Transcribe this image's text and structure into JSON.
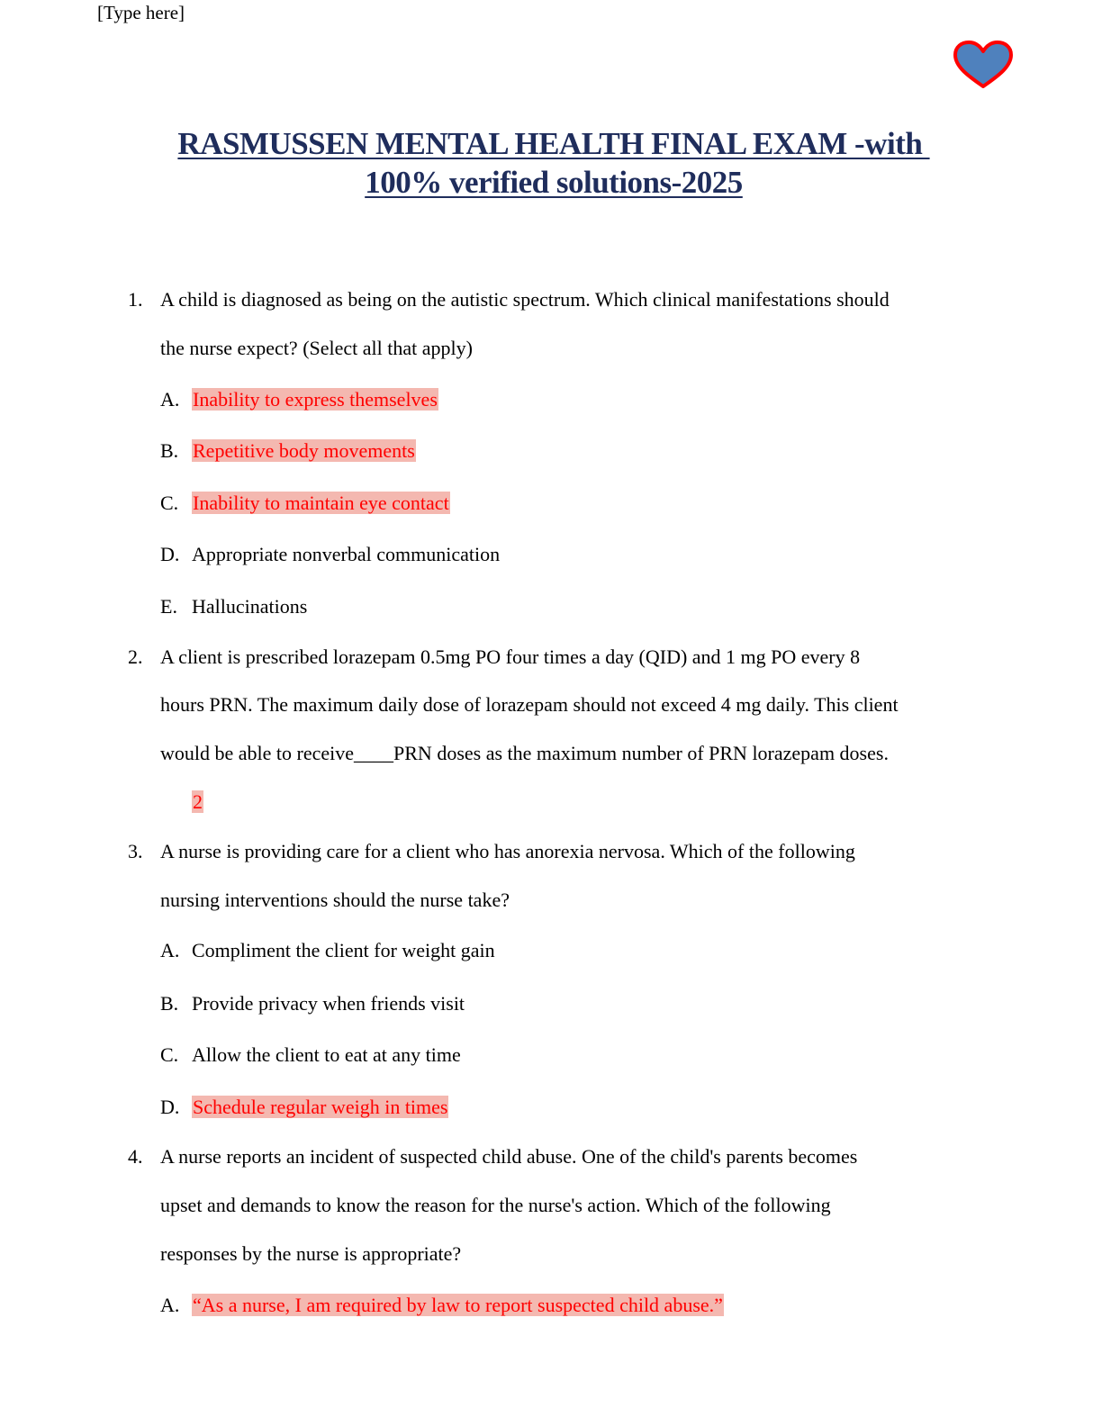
{
  "header": {
    "placeholder_text": "[Type here]"
  },
  "logo": {
    "icon": "heart-icon",
    "fill": "#4f81bd",
    "stroke": "#ff0000"
  },
  "title": {
    "line1": "RASMUSSEN MENTAL HEALTH FINAL EXAM -with ",
    "line2": "100% verified solutions-2025",
    "color": "#1f2d5c"
  },
  "answer_color": "#ff0000",
  "answer_highlight": "#f4b8b0",
  "questions": [
    {
      "number": "1.",
      "lines": [
        "A child is diagnosed as being on the autistic spectrum. Which clinical manifestations should",
        "the nurse expect? (Select all that apply)"
      ],
      "options": [
        {
          "label": "A.",
          "text": "Inability to express themselves"
        },
        {
          "label": "B.",
          "text": "Repetitive body movements"
        },
        {
          "label": "C.",
          "text": "Inability to maintain eye contact"
        },
        {
          "label": "D.",
          "text": "Appropriate nonverbal communication"
        },
        {
          "label": "E.",
          "text": "Hallucinations"
        }
      ]
    },
    {
      "number": "2.",
      "lines": [
        "A client is prescribed lorazepam 0.5mg PO four times a day (QID) and 1 mg PO every 8",
        "hours PRN. The maximum daily dose of lorazepam should not exceed 4 mg daily. This client",
        "would be able to receive____PRN doses as the maximum number of PRN lorazepam doses."
      ],
      "answer": "2"
    },
    {
      "number": "3.",
      "lines": [
        "A nurse is providing care for a client who has anorexia nervosa. Which of the following",
        "nursing interventions should the nurse take?"
      ],
      "options": [
        {
          "label": "A.",
          "text": "Compliment the client for weight gain"
        },
        {
          "label": "B.",
          "text": "Provide privacy when friends visit"
        },
        {
          "label": "C.",
          "text": "Allow the client to eat at any time"
        },
        {
          "label": "D.",
          "text": "Schedule regular weigh in times"
        }
      ]
    },
    {
      "number": "4.",
      "lines": [
        "A nurse reports an incident of suspected child abuse. One of the child's parents becomes",
        "upset and demands to know the reason for the nurse's action. Which of the following",
        "responses by the nurse is appropriate?"
      ],
      "options": [
        {
          "label": "A.",
          "text": "“As a nurse, I am required by law to report suspected child abuse.”"
        }
      ]
    }
  ]
}
